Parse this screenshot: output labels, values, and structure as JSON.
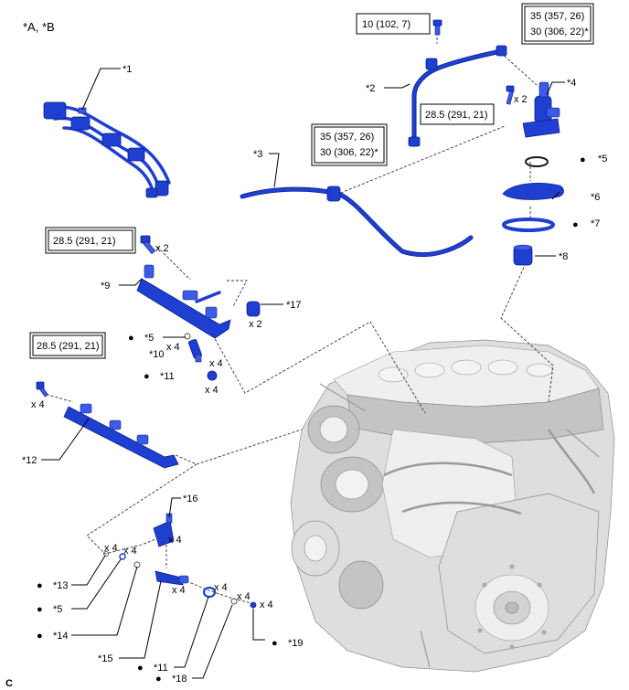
{
  "header": {
    "view_label": "*A, *B",
    "footer_code": "C"
  },
  "torque_specs": {
    "t1": "10 (102, 7)",
    "t2_a": "35 (357, 26)",
    "t2_b": "30 (306, 22)*",
    "t3": "28.5 (291, 21)",
    "t4_a": "35 (357, 26)",
    "t4_b": "30 (306, 22)*",
    "t5": "28.5 (291, 21)",
    "t6": "28.5 (291, 21)"
  },
  "callouts": {
    "c1": "*1",
    "c2": "*2",
    "c3": "*3",
    "c4": "*4",
    "c5a": "*5",
    "c6": "*6",
    "c7": "*7",
    "c8": "*8",
    "c9": "*9",
    "c5b": "*5",
    "c10": "*10",
    "c11a": "*11",
    "c12": "*12",
    "c13": "*13",
    "c5c": "*5",
    "c14": "*14",
    "c15": "*15",
    "c16": "*16",
    "c17": "*17",
    "c11b": "*11",
    "c18": "*18",
    "c19": "*19"
  },
  "quantities": {
    "q_bolt4": "x 2",
    "q_bolt9": "x 2",
    "q17": "x 2",
    "q5b": "x 4",
    "q10": "x 4",
    "q11a": "x 4",
    "q_bolt12": "x 4",
    "q16": "x 4",
    "q13": "x 4",
    "q5c": "x 4",
    "q15": "x 4",
    "q11b": "x 4",
    "q18": "x 4",
    "q19": "x 4"
  },
  "marks": {
    "bullet": "●"
  }
}
